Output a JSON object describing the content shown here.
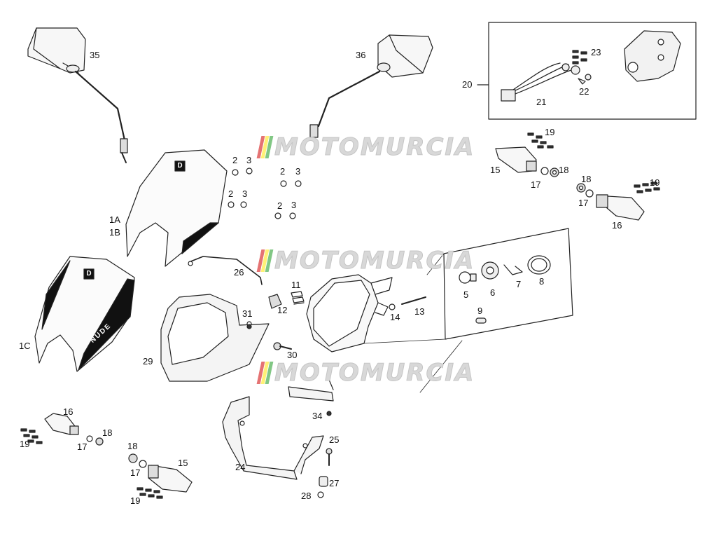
{
  "diagram": {
    "watermark_text": "MOTOMURCIA",
    "watermark_colors": [
      "#e53935",
      "#fdd835",
      "#43a047",
      "#dddddd"
    ],
    "line_color": "#222222",
    "callouts": [
      {
        "id": "35",
        "text": "35"
      },
      {
        "id": "36",
        "text": "36"
      },
      {
        "id": "20",
        "text": "20"
      },
      {
        "id": "23",
        "text": "23"
      },
      {
        "id": "22",
        "text": "22"
      },
      {
        "id": "21",
        "text": "21"
      },
      {
        "id": "19a",
        "text": "19"
      },
      {
        "id": "15a",
        "text": "15"
      },
      {
        "id": "17a",
        "text": "17"
      },
      {
        "id": "18a",
        "text": "18"
      },
      {
        "id": "18b",
        "text": "18"
      },
      {
        "id": "19b",
        "text": "19"
      },
      {
        "id": "17b",
        "text": "17"
      },
      {
        "id": "16a",
        "text": "16"
      },
      {
        "id": "2a",
        "text": "2"
      },
      {
        "id": "3a",
        "text": "3"
      },
      {
        "id": "2b",
        "text": "2"
      },
      {
        "id": "3b",
        "text": "3"
      },
      {
        "id": "2c",
        "text": "2"
      },
      {
        "id": "3c",
        "text": "3"
      },
      {
        "id": "2d",
        "text": "2"
      },
      {
        "id": "3d",
        "text": "3"
      },
      {
        "id": "1A",
        "text": "1A"
      },
      {
        "id": "1B",
        "text": "1B"
      },
      {
        "id": "1C",
        "text": "1C"
      },
      {
        "id": "26",
        "text": "26"
      },
      {
        "id": "11",
        "text": "11"
      },
      {
        "id": "12",
        "text": "12"
      },
      {
        "id": "31",
        "text": "31"
      },
      {
        "id": "29",
        "text": "29"
      },
      {
        "id": "30",
        "text": "30"
      },
      {
        "id": "14",
        "text": "14"
      },
      {
        "id": "13",
        "text": "13"
      },
      {
        "id": "5",
        "text": "5"
      },
      {
        "id": "6",
        "text": "6"
      },
      {
        "id": "7",
        "text": "7"
      },
      {
        "id": "8",
        "text": "8"
      },
      {
        "id": "9",
        "text": "9"
      },
      {
        "id": "16b",
        "text": "16"
      },
      {
        "id": "18c",
        "text": "18"
      },
      {
        "id": "19c",
        "text": "19"
      },
      {
        "id": "17c",
        "text": "17"
      },
      {
        "id": "18d",
        "text": "18"
      },
      {
        "id": "15b",
        "text": "15"
      },
      {
        "id": "17d",
        "text": "17"
      },
      {
        "id": "19d",
        "text": "19"
      },
      {
        "id": "34",
        "text": "34"
      },
      {
        "id": "25",
        "text": "25"
      },
      {
        "id": "24",
        "text": "24"
      },
      {
        "id": "27",
        "text": "27"
      },
      {
        "id": "28",
        "text": "28"
      }
    ],
    "fairing_logo_letter": "D",
    "fairing_decal_text": "NUDE"
  }
}
